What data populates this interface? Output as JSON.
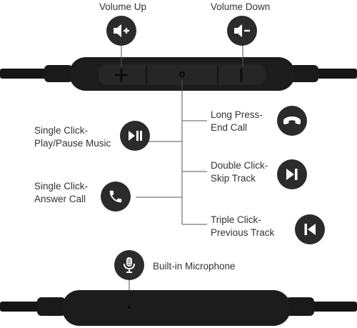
{
  "labels": {
    "volume_up": "Volume Up",
    "volume_down": "Volume Down",
    "single_click_play_1": "Single Click-",
    "single_click_play_2": "Play/Pause Music",
    "single_click_answer_1": "Single Click-",
    "single_click_answer_2": "Answer Call",
    "long_press_1": "Long Press-",
    "long_press_2": "End Call",
    "double_click_1": "Double Click-",
    "double_click_2": "Skip Track",
    "triple_click_1": "Triple Click-",
    "triple_click_2": "Previous Track",
    "microphone": "Built-in Microphone"
  },
  "icons": {
    "volume_up": "speaker-plus-icon",
    "volume_down": "speaker-minus-icon",
    "play_pause": "play-pause-icon",
    "answer_call": "phone-icon",
    "end_call": "hang-up-icon",
    "skip_track": "skip-forward-icon",
    "previous_track": "skip-back-icon",
    "microphone": "microphone-icon"
  },
  "colors": {
    "icon_circle": "#2b2b2b",
    "remote_body": "#1c1c1c",
    "cable": "#161616",
    "leader_lines": "#555555"
  }
}
